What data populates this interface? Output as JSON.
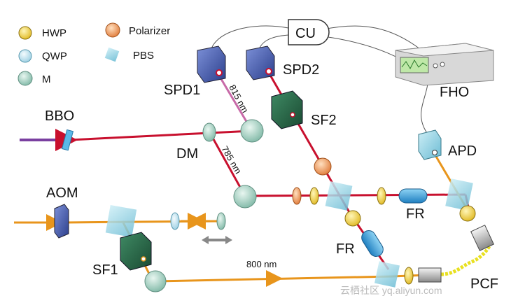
{
  "legend": {
    "hwp": "HWP",
    "polarizer": "Polarizer",
    "qwp": "QWP",
    "pbs": "PBS",
    "m": "M"
  },
  "labels": {
    "cu": "CU",
    "spd1": "SPD1",
    "spd2": "SPD2",
    "fho": "FHO",
    "bbo": "BBO",
    "dm": "DM",
    "sf2": "SF2",
    "apd": "APD",
    "aom": "AOM",
    "fr_right": "FR",
    "fr_lower": "FR",
    "sf1": "SF1",
    "pcf": "PCF",
    "wl_815": "815 nm",
    "wl_785": "785 nm",
    "wl_800": "800 nm"
  },
  "watermark": "云栖社区 yq.aliyun.com",
  "colors": {
    "red_beam": "#c8102e",
    "orange_beam": "#e8951c",
    "purple_beam": "#7a3fa0",
    "pink_beam": "#c86aa8",
    "hwp": "#f2d23c",
    "qwp": "#bfe3f0",
    "mirror": "#a8d8c8",
    "polarizer": "#f0a060",
    "pbs": "#8fd0e0",
    "detector": "#4c64b8",
    "filter": "#2a6b4a",
    "fr": "#3aa0d8",
    "pcf_fiber": "#e8e020"
  }
}
